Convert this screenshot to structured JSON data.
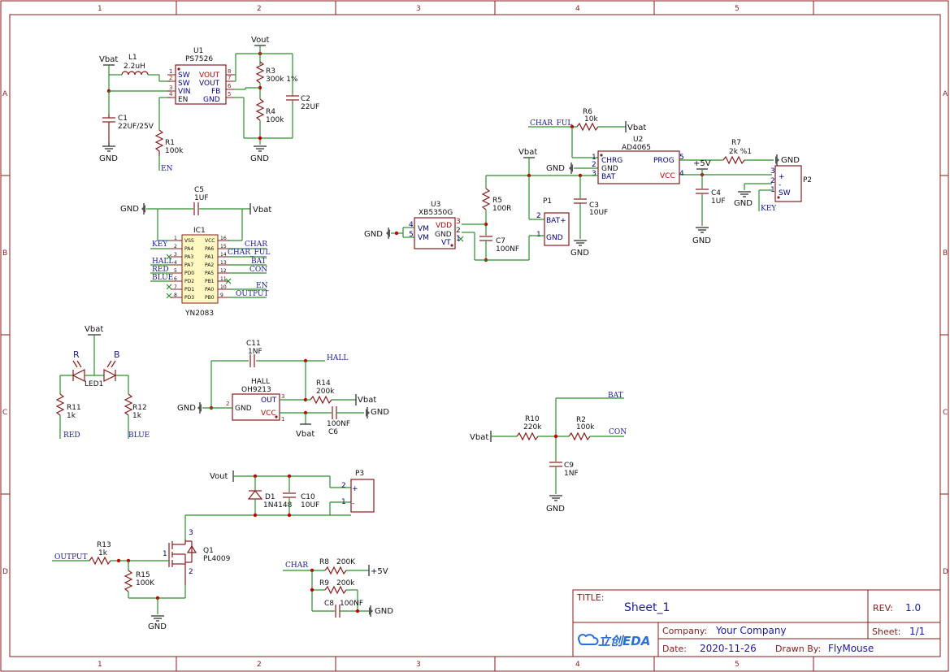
{
  "zones": {
    "cols": [
      "1",
      "2",
      "3",
      "4",
      "5"
    ],
    "rows": [
      "A",
      "B",
      "C",
      "D"
    ]
  },
  "power": {
    "vbat": "Vbat",
    "vout": "Vout",
    "gnd": "GND",
    "p5v": "+5V"
  },
  "nets": {
    "en": "EN",
    "char_ful": "CHAR_FUL",
    "key": "KEY",
    "hall": "HALL",
    "red": "RED",
    "blue": "BLUE",
    "char": "CHAR",
    "bat": "BAT",
    "con": "CON",
    "output": "OUTPUT"
  },
  "u1": {
    "ref": "U1",
    "part": "PS7526",
    "pins": {
      "sw1": "SW",
      "sw2": "SW",
      "vin": "VIN",
      "en": "EN",
      "vout1": "VOUT",
      "vout2": "VOUT",
      "fb": "FB",
      "gnd": "GND"
    },
    "nums": {
      "p1": "1",
      "p2": "2",
      "p3": "3",
      "p4": "4",
      "p8": "8",
      "p7": "7",
      "p6": "6",
      "p5": "5"
    }
  },
  "l1": {
    "ref": "L1",
    "val": "2.2uH"
  },
  "c1": {
    "ref": "C1",
    "val": "22UF/25V"
  },
  "r1": {
    "ref": "R1",
    "val": "100k"
  },
  "r3": {
    "ref": "R3",
    "val": "300k 1%"
  },
  "r4": {
    "ref": "R4",
    "val": "100k"
  },
  "c2": {
    "ref": "C2",
    "val": "22UF"
  },
  "c5": {
    "ref": "C5",
    "val": "1UF"
  },
  "ic1": {
    "ref": "IC1",
    "part": "YN2083",
    "left": [
      {
        "n": "1",
        "p": "VSS"
      },
      {
        "n": "2",
        "p": "PA4"
      },
      {
        "n": "3",
        "p": "PA3"
      },
      {
        "n": "4",
        "p": "PA7"
      },
      {
        "n": "5",
        "p": "PD0"
      },
      {
        "n": "6",
        "p": "PD2"
      },
      {
        "n": "7",
        "p": "PD1"
      },
      {
        "n": "8",
        "p": "PD3"
      }
    ],
    "right": [
      {
        "n": "16",
        "p": "VCC"
      },
      {
        "n": "15",
        "p": "PA6"
      },
      {
        "n": "14",
        "p": "PA1"
      },
      {
        "n": "13",
        "p": "PA2"
      },
      {
        "n": "12",
        "p": "PA5"
      },
      {
        "n": "11",
        "p": "PB1"
      },
      {
        "n": "10",
        "p": "PA0"
      },
      {
        "n": "9",
        "p": "PB0"
      }
    ]
  },
  "led1": {
    "ref": "LED1",
    "r": "R",
    "b": "B"
  },
  "r11": {
    "ref": "R11",
    "val": "1k"
  },
  "r12": {
    "ref": "R12",
    "val": "1k"
  },
  "c11": {
    "ref": "C11",
    "val": "1NF"
  },
  "hall": {
    "ref": "HALL",
    "part": "OH9213",
    "out": "OUT",
    "gnd": "GND",
    "vcc": "VCC",
    "n3": "3",
    "n2": "2",
    "n1": "1"
  },
  "r14": {
    "ref": "R14",
    "val": "200k"
  },
  "c6": {
    "ref": "C6",
    "val": "100NF"
  },
  "d1": {
    "ref": "D1",
    "val": "1N4148"
  },
  "c10": {
    "ref": "C10",
    "val": "10UF"
  },
  "p3": {
    "ref": "P3",
    "plus": "+",
    "minus": "-",
    "n2": "2",
    "n1": "1"
  },
  "q1": {
    "ref": "Q1",
    "val": "PL4009",
    "n1": "1",
    "n2": "2",
    "n3": "3"
  },
  "r13": {
    "ref": "R13",
    "val": "1k"
  },
  "r15": {
    "ref": "R15",
    "val": "100K"
  },
  "r8": {
    "ref": "R8",
    "val": "200K"
  },
  "r9": {
    "ref": "R9",
    "val": "200k"
  },
  "c8": {
    "ref": "C8",
    "val": "100NF"
  },
  "r6": {
    "ref": "R6",
    "val": "10k"
  },
  "u2": {
    "ref": "U2",
    "part": "AD4065",
    "chrg": "CHRG",
    "gnd": "GND",
    "bat": "BAT",
    "prog": "PROG",
    "vcc": "VCC",
    "n1": "1",
    "n2": "2",
    "n3": "3",
    "n5": "5",
    "n4": "4"
  },
  "r7": {
    "ref": "R7",
    "val": "2k %1"
  },
  "p2": {
    "ref": "P2",
    "plus": "+",
    "minus": "-",
    "sw": "SW",
    "n3": "3",
    "n2": "2",
    "n1": "1"
  },
  "c4": {
    "ref": "C4",
    "val": "1UF"
  },
  "u3": {
    "ref": "U3",
    "part": "XB5350G",
    "vm1": "VM",
    "vm2": "VM",
    "vdd": "VDD",
    "gnd": "GND",
    "vt": "VT",
    "n4": "4",
    "n5": "5",
    "n3": "3",
    "n2": "2",
    "n1": "1"
  },
  "r5": {
    "ref": "R5",
    "val": "100R"
  },
  "c7": {
    "ref": "C7",
    "val": "100NF"
  },
  "c3": {
    "ref": "C3",
    "val": "10UF"
  },
  "p1": {
    "ref": "P1",
    "batp": "BAT+",
    "gnd": "GND",
    "n2": "2",
    "n1": "1"
  },
  "r10": {
    "ref": "R10",
    "val": "220k"
  },
  "r2": {
    "ref": "R2",
    "val": "100k"
  },
  "c9": {
    "ref": "C9",
    "val": "1NF"
  },
  "titleblock": {
    "title_label": "TITLE:",
    "title": "Sheet_1",
    "rev_label": "REV:",
    "rev": "1.0",
    "company_label": "Company:",
    "company": "Your Company",
    "sheet_label": "Sheet:",
    "sheet": "1/1",
    "date_label": "Date:",
    "date": "2020-11-26",
    "drawn_label": "Drawn By:",
    "drawn": "FlyMouse",
    "logo": "立创EDA"
  }
}
